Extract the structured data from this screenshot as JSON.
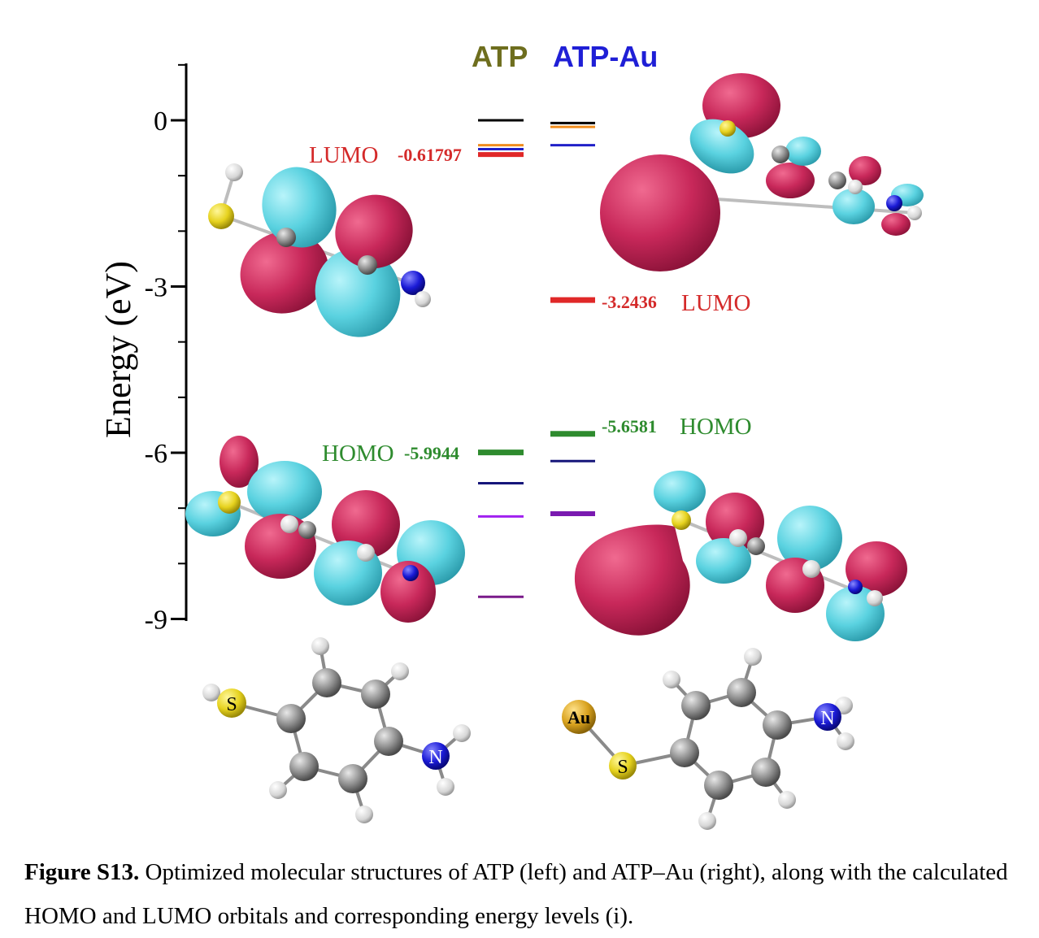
{
  "legend": {
    "atp": {
      "text": "ATP",
      "color": "#6e6e1e"
    },
    "atp_au": {
      "text": "ATP-Au",
      "color": "#1f1fd6"
    }
  },
  "chart_data": {
    "type": "energy-level diagram",
    "ylabel": "Energy (eV)",
    "ylim": [
      -9,
      1
    ],
    "yticks": [
      0,
      -3,
      -6,
      -9
    ],
    "series": [
      {
        "name": "ATP",
        "levels": [
          {
            "energy": 0.0,
            "color": "#000000",
            "weight": 3
          },
          {
            "energy": -0.45,
            "color": "#f08c1e",
            "weight": 3
          },
          {
            "energy": -0.52,
            "color": "#2020c8",
            "weight": 3
          },
          {
            "energy": -0.61797,
            "color": "#e02828",
            "weight": 6
          },
          {
            "energy": -5.9944,
            "color": "#2e8b2e",
            "weight": 7
          },
          {
            "energy": -6.55,
            "color": "#16167a",
            "weight": 3
          },
          {
            "energy": -7.15,
            "color": "#a020f0",
            "weight": 3
          },
          {
            "energy": -8.6,
            "color": "#7a1a8a",
            "weight": 3
          }
        ]
      },
      {
        "name": "ATP-Au",
        "levels": [
          {
            "energy": -0.05,
            "color": "#000000",
            "weight": 3
          },
          {
            "energy": -0.12,
            "color": "#f08c1e",
            "weight": 3
          },
          {
            "energy": -0.45,
            "color": "#2020c8",
            "weight": 3
          },
          {
            "energy": -3.2436,
            "color": "#e02828",
            "weight": 7
          },
          {
            "energy": -5.6581,
            "color": "#2e8b2e",
            "weight": 7
          },
          {
            "energy": -6.15,
            "color": "#16167a",
            "weight": 3
          },
          {
            "energy": -7.1,
            "color": "#7a1ab0",
            "weight": 6
          }
        ]
      }
    ],
    "annotations": [
      {
        "label": "LUMO",
        "value": "-0.61797",
        "color": "#d42a2a"
      },
      {
        "label": "HOMO",
        "value": "-5.9944",
        "color": "#2e8b2e"
      },
      {
        "label": "LUMO",
        "value": "-3.2436",
        "color": "#d42a2a"
      },
      {
        "label": "HOMO",
        "value": "-5.6581",
        "color": "#2e8b2e"
      }
    ]
  },
  "molecules": {
    "sulfur_label": "S",
    "nitrogen_label": "N",
    "gold_label": "Au"
  },
  "colors": {
    "orbital_positive": "#c8285a",
    "orbital_negative": "#5ad2e0"
  },
  "caption": {
    "label": "Figure S13.",
    "text": " Optimized molecular structures of ATP (left) and ATP–Au (right), along with the calculated HOMO and LUMO orbitals and corresponding energy levels (i)."
  }
}
